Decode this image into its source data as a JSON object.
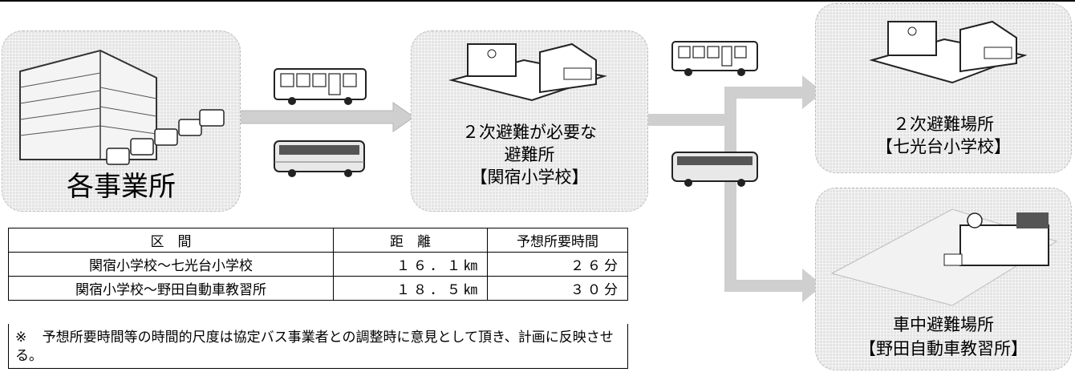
{
  "panels": {
    "offices": {
      "label": "各事業所"
    },
    "shelter": {
      "line1": "２次避難が必要な",
      "line2": "避難所",
      "line3": "【関宿小学校】"
    },
    "secondary": {
      "line1": "２次避難場所",
      "line2": "【七光台小学校】"
    },
    "car": {
      "line1": "車中避難場所",
      "line2": "【野田自動車教習所】"
    }
  },
  "table": {
    "headers": [
      "区　間",
      "距　離",
      "予想所要時間"
    ],
    "rows": [
      [
        "関宿小学校～七光台小学校",
        "１６．１㎞",
        "２６分"
      ],
      [
        "関宿小学校～野田自動車教習所",
        "１８．５㎞",
        "３０分"
      ]
    ],
    "note_mark": "※",
    "note": "予想所要時間等の時間的尺度は協定バス事業者との調整時に意見として頂き、計画に反映させる。"
  },
  "colors": {
    "panel": "#e4e4e4",
    "arrow": "#cfcfcf",
    "line": "#000000"
  }
}
